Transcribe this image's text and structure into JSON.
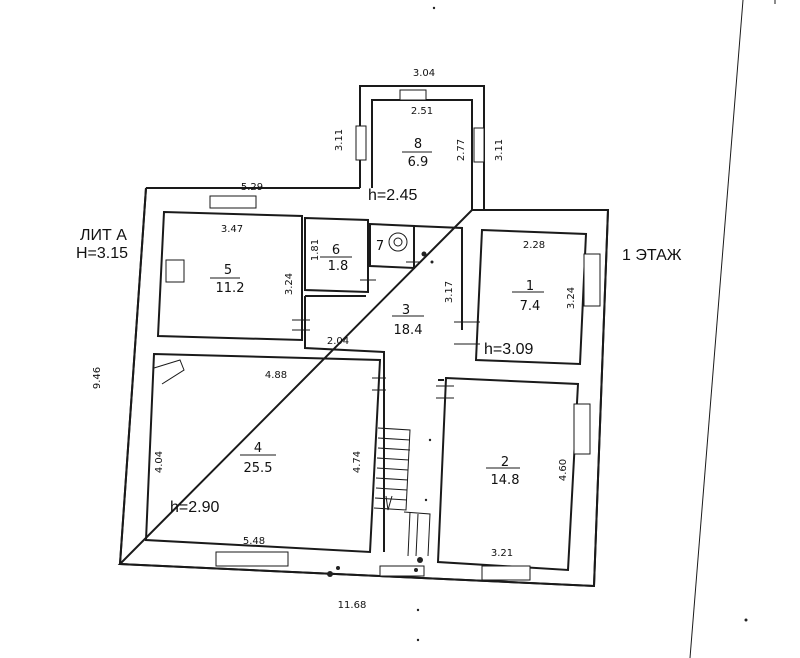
{
  "labels": {
    "lit": "ЛИТ А",
    "height_main": "H=3.15",
    "floor": "1 ЭТАЖ"
  },
  "ceiling_heights": {
    "room8": "h=2.45",
    "room1": "h=3.09",
    "room4": "h=2.90"
  },
  "rooms": [
    {
      "id": "1",
      "number": "1",
      "area": "7.4"
    },
    {
      "id": "2",
      "number": "2",
      "area": "14.8"
    },
    {
      "id": "3",
      "number": "3",
      "area": "18.4"
    },
    {
      "id": "4",
      "number": "4",
      "area": "25.5"
    },
    {
      "id": "5",
      "number": "5",
      "area": "11.2"
    },
    {
      "id": "6",
      "number": "6",
      "area": "1.8"
    },
    {
      "id": "7",
      "number": "7",
      "area": ""
    },
    {
      "id": "8",
      "number": "8",
      "area": "6.9"
    }
  ],
  "dimensions": {
    "annex_top": "3.04",
    "annex_inner_top": "2.51",
    "annex_left": "3.11",
    "annex_inner_right": "2.77",
    "annex_right": "3.11",
    "top_left": "5.29",
    "r5_width": "3.47",
    "r5_height": "3.24",
    "r6_height": "1.81",
    "r3_height": "3.17",
    "r1_width": "2.28",
    "r1_height": "3.24",
    "corridor_width": "2.04",
    "r4_width": "4.88",
    "r4_left": "4.04",
    "r4_right": "4.74",
    "r2_height": "4.60",
    "bottom_left": "5.48",
    "bottom_right": "3.21",
    "total_width": "11.68",
    "total_height": "9.46"
  }
}
